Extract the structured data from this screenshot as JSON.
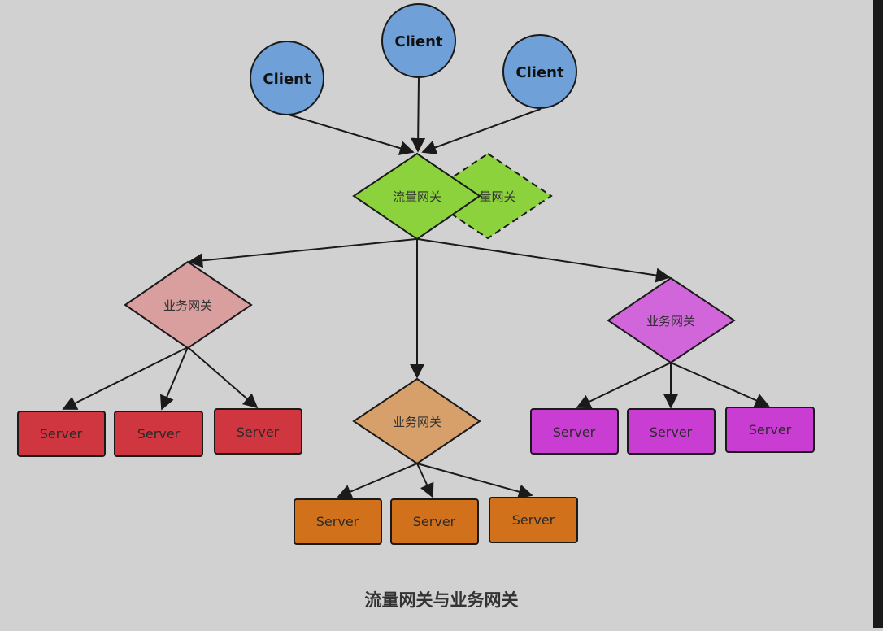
{
  "diagram": {
    "caption": "流量网关与业务网关",
    "clients": [
      {
        "label": "Client"
      },
      {
        "label": "Client"
      },
      {
        "label": "Client"
      }
    ],
    "traffic_gateway": {
      "label": "流量网关",
      "backup_label": "量网关"
    },
    "business_gateways": [
      {
        "label": "业务网关",
        "servers": [
          "Server",
          "Server",
          "Server"
        ]
      },
      {
        "label": "业务网关",
        "servers": [
          "Server",
          "Server",
          "Server"
        ]
      },
      {
        "label": "业务网关",
        "servers": [
          "Server",
          "Server",
          "Server"
        ]
      }
    ]
  },
  "colors": {
    "client_fill": "#6fa0d8",
    "traffic_gateway_fill": "#8cd23c",
    "business_gateway_left_fill": "#d99e9e",
    "business_gateway_mid_fill": "#d7a06a",
    "business_gateway_right_fill": "#d066da",
    "server_left_fill": "#d0363f",
    "server_mid_fill": "#d2711b",
    "server_right_fill": "#c93dd2",
    "stroke": "#1a1a1a",
    "background": "#d1d1d1"
  }
}
